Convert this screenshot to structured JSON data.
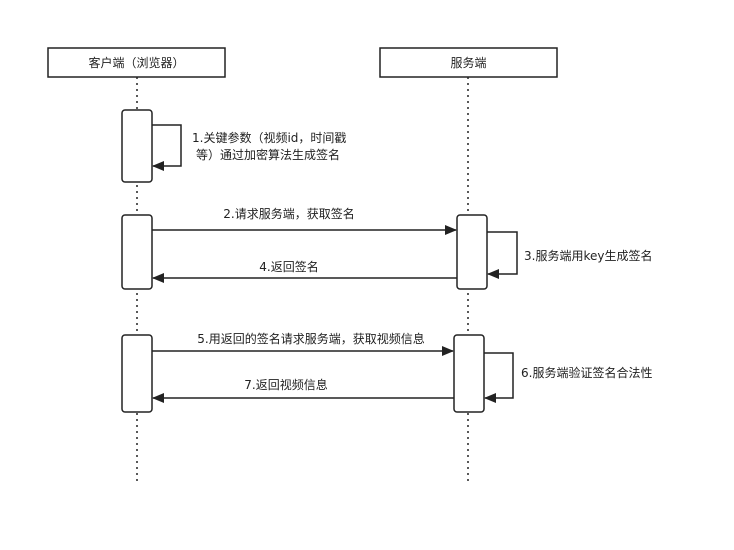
{
  "participants": {
    "client": "客户端（浏览器）",
    "server": "服务端"
  },
  "steps": {
    "s1_line1": "1.关键参数（视频id，时间戳",
    "s1_line2": "等）通过加密算法生成签名",
    "s2": "2.请求服务端，获取签名",
    "s3": "3.服务端用key生成签名",
    "s4": "4.返回签名",
    "s5": "5.用返回的签名请求服务端，获取视频信息",
    "s6": "6.服务端验证签名合法性",
    "s7": "7.返回视频信息"
  },
  "colors": {
    "stroke": "#222222",
    "background": "#ffffff"
  }
}
